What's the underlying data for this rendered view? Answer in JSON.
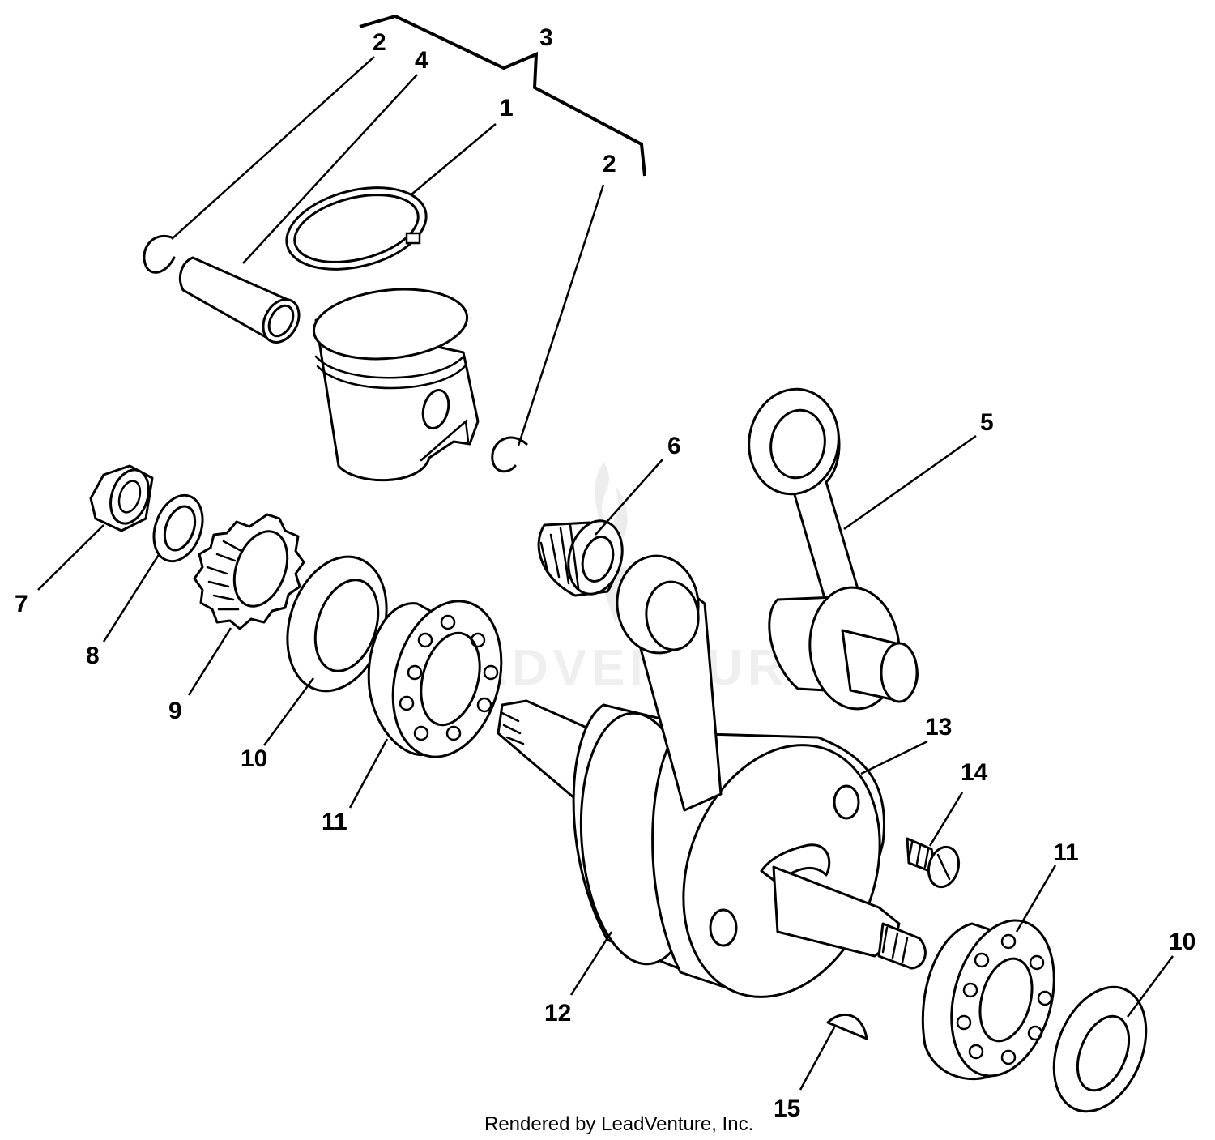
{
  "watermark": "LEADVENTURE",
  "footer": "Rendered by LeadVenture, Inc.",
  "callouts": {
    "c1": "1",
    "c2a": "2",
    "c2b": "2",
    "c3": "3",
    "c4": "4",
    "c5": "5",
    "c6": "6",
    "c7": "7",
    "c8": "8",
    "c9": "9",
    "c10a": "10",
    "c10b": "10",
    "c11a": "11",
    "c11b": "11",
    "c12": "12",
    "c13": "13",
    "c14": "14",
    "c15": "15"
  }
}
